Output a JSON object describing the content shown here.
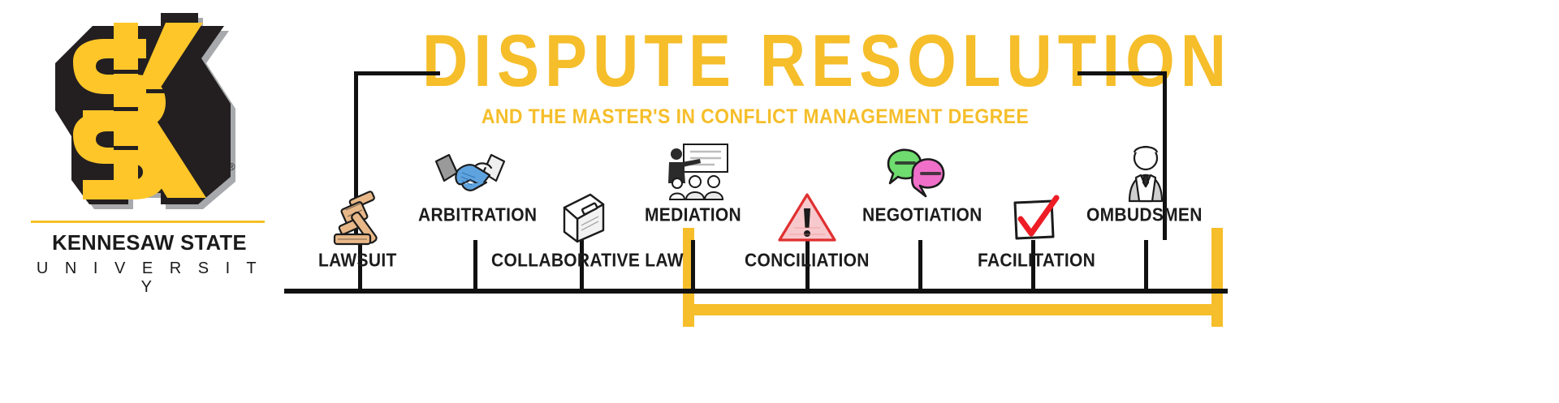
{
  "brand": {
    "logo_icon": "ksu-sk-monogram",
    "name": "KENNESAW STATE",
    "subname": "U N I V E R S I T Y",
    "gold": "#F5BE2A",
    "black": "#1c1c1c",
    "gray": "#A7A9AC"
  },
  "header": {
    "title": "DISPUTE RESOLUTION",
    "subtitle": "AND THE MASTER'S IN CONFLICT MANAGEMENT DEGREE"
  },
  "timeline": {
    "axis_color": "#111111",
    "highlight_color": "#F5BE2A",
    "highlight_label": "MEDIATION",
    "items": [
      {
        "label": "LAWSUIT",
        "icon": "gavel-icon",
        "side": "below"
      },
      {
        "label": "ARBITRATION",
        "icon": "handshake-icon",
        "side": "above"
      },
      {
        "label": "COLLABORATIVE LAW",
        "icon": "book-icon",
        "side": "below"
      },
      {
        "label": "MEDIATION",
        "icon": "presenter-board-icon",
        "side": "above"
      },
      {
        "label": "CONCILIATION",
        "icon": "warning-triangle-icon",
        "side": "below"
      },
      {
        "label": "NEGOTIATION",
        "icon": "speech-bubbles-icon",
        "side": "above"
      },
      {
        "label": "FACILITATION",
        "icon": "checkmark-box-icon",
        "side": "below"
      },
      {
        "label": "OMBUDSMEN",
        "icon": "person-suit-icon",
        "side": "above"
      }
    ]
  }
}
